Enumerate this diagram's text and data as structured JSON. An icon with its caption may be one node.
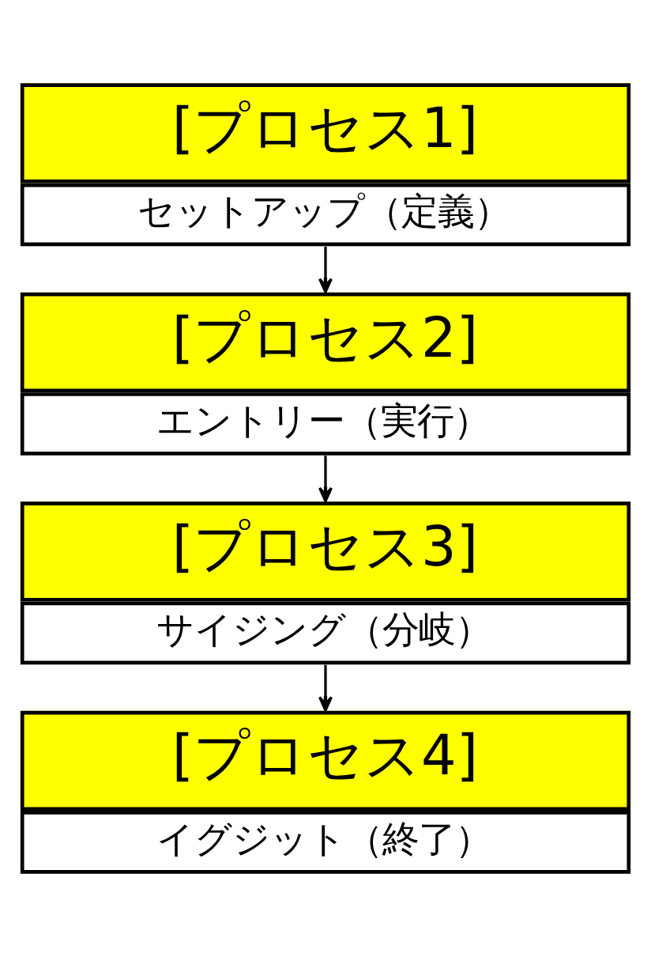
{
  "diagram": {
    "nodes": [
      {
        "text": [
          "[プロセス1]",
          "セットアップ（定義）"
        ]
      },
      {
        "text": [
          "[プロセス2]",
          "エントリー（実行）"
        ]
      },
      {
        "text": [
          "[プロセス3]",
          "サイジング（分岐）"
        ]
      },
      {
        "text": [
          "[プロセス4]",
          "イグジット（終了）"
        ]
      }
    ],
    "edges": [
      {
        "from": 0,
        "to": 1,
        "arrow": "to"
      },
      {
        "from": 1,
        "to": 2,
        "arrow": "to"
      },
      {
        "from": 2,
        "to": 3,
        "arrow": "to"
      }
    ]
  }
}
